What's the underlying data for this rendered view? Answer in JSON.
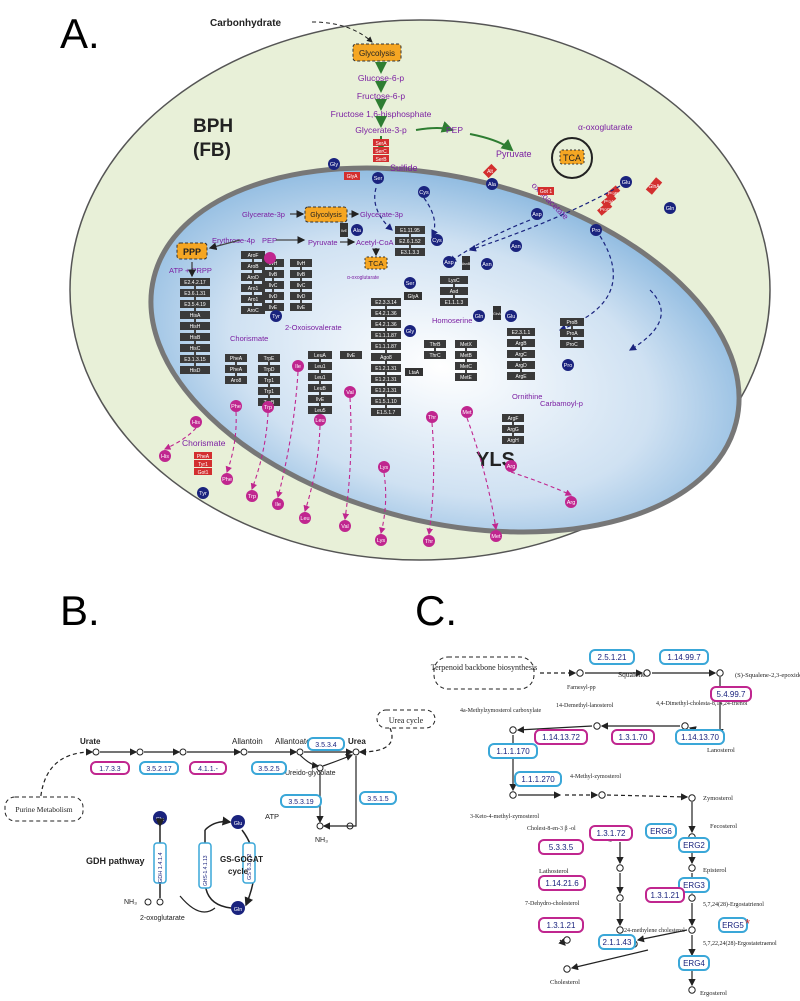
{
  "panels": {
    "a": "A.",
    "b": "B.",
    "c": "C."
  },
  "colors": {
    "cell": "#e8f0d8",
    "yls": "#a9c9e6",
    "enzyme_box": "#3a3a3a",
    "magenta": "#c0268f",
    "blue_oval": "#3aa7d8",
    "green_arrow": "#2e7d32",
    "orange": "#f5a623",
    "red_box": "#d32f2f",
    "navy": "#1a237e",
    "purple_text": "#7b1fa2"
  },
  "a": {
    "bph": "BPH",
    "fb": "(FB)",
    "yls": "YLS",
    "carbohydrate": "Carbonhydrate",
    "glycolysis": "Glycolysis",
    "upper_chain": [
      "Glucose-6-p",
      "Fructose-6-p",
      "Fructose 1,6-bisphosphate",
      "Glycerate-3-p"
    ],
    "pep": "PEP",
    "pyruvate": "Pyruvate",
    "tca": "TCA",
    "a_oxoglutarate": "α-oxoglutarate",
    "oxaloacetate": "oxaloacetate",
    "sulfide": "Sulfide",
    "ser_enz": [
      "SerA",
      "SerC",
      "SerB"
    ],
    "glya": "GlyA",
    "alt": "Alt",
    "got": "Got 1",
    "glnA": "GlnA",
    "pro_enz": [
      "ProB",
      "ProA",
      "ProC"
    ],
    "inner": {
      "glycerate": "Glycerate-3p",
      "glycolysis": "Glycolysis",
      "glycerate2": "Glycerate-3p",
      "ppp": "PPP",
      "erythrose": "Erythrose-4p",
      "pep": "PEP",
      "pyruvate": "Pyruvate",
      "acetyl": "Acetyl-CoA",
      "tca": "TCA",
      "aox": "α-oxoglutarate",
      "atp": "ATP + PRPP",
      "chorismate": "Chorismate",
      "oxoval": "2-Oxoisovalerate",
      "homoserine": "Homoserine",
      "ornithine": "Ornithine",
      "carbamoyl": "Carbamoyl-p",
      "chorismate_out": "Chorismate"
    },
    "his_col": [
      "E2.4.2.17",
      "E3.6.1.31",
      "E3.5.4.19",
      "HisA",
      "HisH",
      "HisB",
      "HisC",
      "E3.1.3.15",
      "HisD"
    ],
    "aro_col": [
      "AroF",
      "AroB",
      "AroD",
      "Aro1",
      "Aro1",
      "AroC"
    ],
    "phe_col": [
      "PheA",
      "PheA",
      "Aro8"
    ],
    "trp_col": [
      "TrpE",
      "TrpD",
      "Trp1",
      "Trp1",
      "TrpB"
    ],
    "ilv_col": [
      "IlvH",
      "IlvB",
      "IlvC",
      "IlvD",
      "IlvE"
    ],
    "ilv_col2": [
      "IlvH",
      "IlvB",
      "IlvC",
      "IlvD",
      "IlvE"
    ],
    "leu_col": [
      "LeuA",
      "Leu1",
      "Leu1",
      "LeuB",
      "IlvE",
      "Leu5"
    ],
    "ilve": "IlvE",
    "cys_col": [
      "E1.11.95",
      "E2.6.1.52",
      "E3.1.3.3"
    ],
    "lys_col": [
      "E2.3.3.14",
      "E4.2.1.36",
      "E4.2.1.36",
      "E1.1.1.87",
      "E1.1.1.87",
      "Ago8",
      "E1.2.1.31",
      "E1.2.1.31",
      "E1.2.1.31",
      "E1.5.1.10",
      "E1.5.1.7"
    ],
    "asp_col": [
      "LysC",
      "Asd",
      "E1.1.1.3"
    ],
    "thr_col": [
      "ThrB",
      "ThrC"
    ],
    "met_col": [
      "MetX",
      "MetB",
      "MetC",
      "MetE"
    ],
    "arg_col": [
      "E2.3.1.1",
      "ArgB",
      "ArgC",
      "ArgD",
      "ArgE"
    ],
    "argF_col": [
      "ArgF",
      "ArgG",
      "ArgH"
    ],
    "proB_col": [
      "ProB",
      "ProA",
      "ProC"
    ],
    "tyr_enz": [
      "PheA",
      "Tyr1",
      "Got1"
    ],
    "ltaA": "LtaA",
    "glyA": "GlyA",
    "ilvE_small": "IlvE",
    "glnA_small": "GlnA",
    "asnB": "AsnB",
    "navy_nodes": {
      "gly": "Gly",
      "ser": "Ser",
      "cys": "Cys",
      "ala": "Ala",
      "asp": "Asp",
      "asn": "Asn",
      "glu": "Glu",
      "gln": "Gln",
      "pro": "Pro",
      "tyr": "Tyr",
      "ala2": "Ala",
      "cys2": "Cys",
      "ser2": "Ser",
      "gly2": "Gly",
      "asp2": "Asp",
      "asn2": "Asn",
      "gln2": "Gln",
      "glu2": "Glu",
      "pro2": "Pro",
      "tyr2": "Tyr",
      "thr_in": "Thr"
    },
    "magenta_nodes": {
      "his": "His",
      "phe": "Phe",
      "trp": "Trp",
      "ile": "Ile",
      "leu": "Leu",
      "val": "Val",
      "lys": "Lys",
      "thr": "Thr",
      "met": "Met",
      "arg": "Arg",
      "his_o": "His",
      "phe_o": "Phe",
      "trp_o": "Trp",
      "ile_o": "Ile",
      "leu_o": "Leu",
      "val_o": "Val",
      "lys_o": "Lys",
      "thr_o": "Thr",
      "met_o": "Met",
      "arg_o": "Arg"
    }
  },
  "b": {
    "urate": "Urate",
    "allantoin": "Allantoin",
    "allantoate": "Allantoate",
    "urea": "Urea",
    "urea_cycle": "Urea cycle",
    "purine": "Purine Metabolism",
    "ureidoglycolate": "Ureido-glycolate",
    "nh3": "NH₃",
    "atp": "ATP",
    "gdh_pathway": "GDH pathway",
    "gs_gogat": "GS-GOGAT",
    "cycle": "cycle",
    "oxoglutarate": "2-oxoglutarate",
    "nh3_left": "NH₃",
    "enz": {
      "e1": "1.7.3.3",
      "e2": "3.5.2.17",
      "e3": "4.1.1.-",
      "e4": "3.5.2.5",
      "e5": "3.5.3.4",
      "e6": "3.5.3.19",
      "e7": "3.5.1.5"
    },
    "gdh": "GDH 1.4.1.4",
    "gs": "GS 6.3.1.2",
    "gogat": "GHS-1.4.1.13",
    "glu1": "Glu",
    "glu2": "Glu",
    "gln": "Gln"
  },
  "c": {
    "terpenoid": "Terpenoid backbone biosynthesis",
    "farnesyl": "Farnesyl-pp",
    "squalene": "Squalene",
    "epoxide": "(S)-Squalene-2,3-epoxide",
    "lanosterol": "Lanosterol",
    "dimethyl": "4,4-Dimethyl-cholesta-8,14,24-trienol",
    "demethyl": "14-Demethyl-lanosterol",
    "methylzymo_carb": "4a-Methylzymosterol carboxylate",
    "keto": "3-Keto-4-methyl-zymosterol",
    "methylzymo": "4-Methyl-zymosterol",
    "zymosterol": "Zymosterol",
    "cholest": "Cholest-8-en-3 β -ol",
    "fecosterol": "Fecosterol",
    "lathosterol": "Lathosterol",
    "episterol": "Episterol",
    "dehydro": "7-Dehydro-cholesterol",
    "ergostatrienol": "5,7,24(28)-Ergostatrienol",
    "methylene": "24-methylene cholesterol",
    "ergostatetraenol": "5,7,22,24(28)-Ergostatetraenol",
    "cholesterol": "Cholesterol",
    "ergosterol": "Ergosterol",
    "enz": {
      "e2511": "2.5.1.21",
      "e11499": "1.14.99.7",
      "e5499": "5.4.99.7",
      "e11413": "1.14.13.70",
      "e1310": "1.3.1.70",
      "e11472": "1.14.13.72",
      "e11170a": "1.1.1.170",
      "e11170b": "1.1.1.270",
      "e1372": "1.3.1.72",
      "erg6": "ERG6",
      "e5335": "5.3.3.5",
      "erg2": "ERG2",
      "e11421": "1.14.21.6",
      "erg3": "ERG3",
      "e1321a": "1.3.1.21",
      "e1321b": "1.3.1.21",
      "erg5": "ERG5",
      "e2114": "2.1.1.43",
      "erg4": "ERG4"
    },
    "star": "*"
  }
}
